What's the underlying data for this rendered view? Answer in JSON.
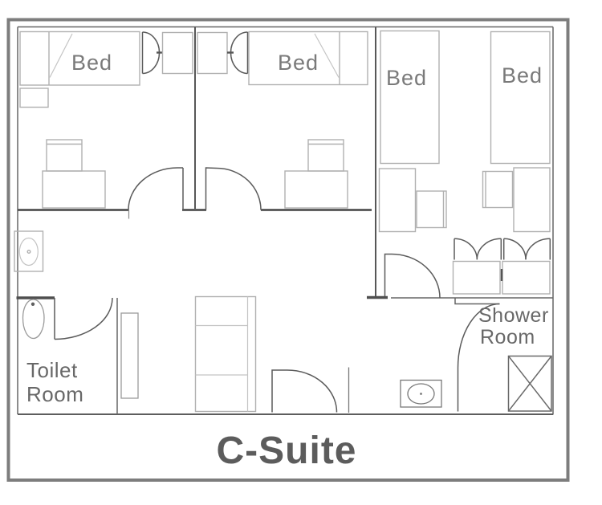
{
  "title": "C-Suite",
  "labels": {
    "bedroom1_bed": "Bed",
    "bedroom2_bed": "Bed",
    "bedroom3_bed_left": "Bed",
    "bedroom3_bed_right": "Bed",
    "toilet_room_line1": "Toilet",
    "toilet_room_line2": "Room",
    "shower_room_line1": "Shower",
    "shower_room_line2": "Room"
  },
  "colors": {
    "page_border": "#7d7d7d",
    "wall": "#666666",
    "wall_dark": "#525252",
    "door": "#5b5b5b",
    "furniture": "#b0b0b0",
    "bed_label_text": "#7a7a7a",
    "room_label_text": "#686868",
    "title_text": "#5c5c5c",
    "background": "#ffffff"
  }
}
